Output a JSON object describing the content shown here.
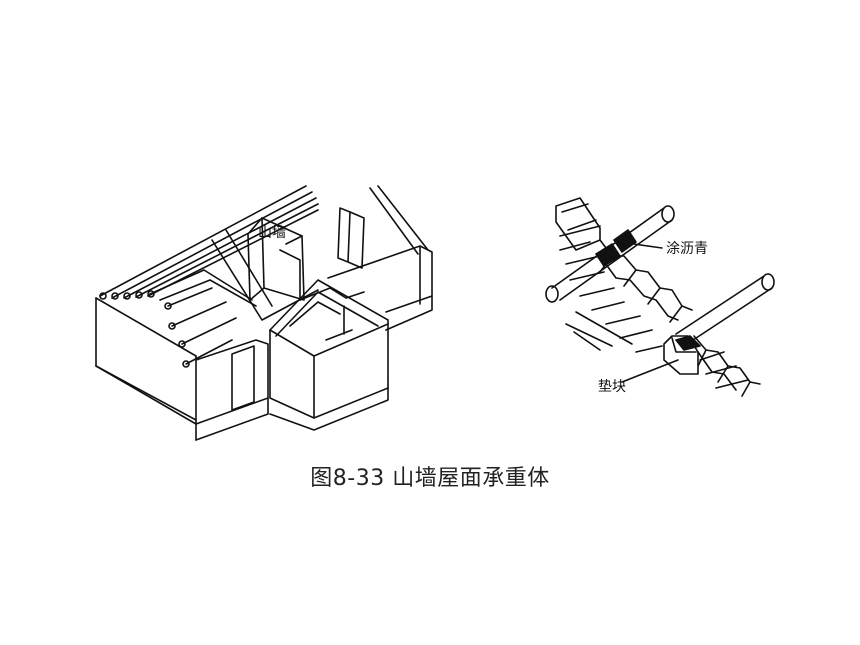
{
  "labels": {
    "gable_wall": "山墙",
    "asphalt_coating": "涂沥青",
    "pad_block": "垫块"
  },
  "caption": "图8-33  山墙屋面承重体"
}
